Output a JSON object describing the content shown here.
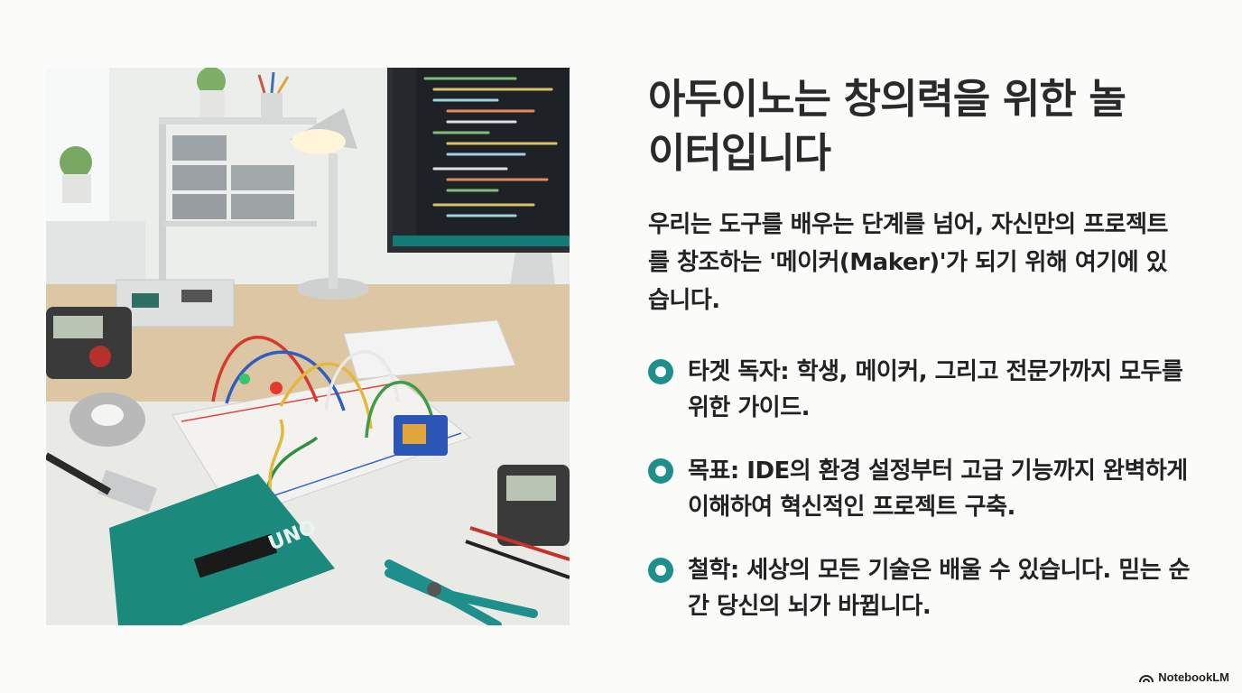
{
  "slide": {
    "title": "아두이노는 창의력을 위한 놀이터입니다",
    "subtitle": "우리는 도구를 배우는 단계를 넘어, 자신만의 프로젝트를 창조하는 '메이커(Maker)'가 되기 위해 여기에 있습니다.",
    "bullets": [
      {
        "text": "타겟 독자: 학생, 메이커, 그리고 전문가까지 모두를 위한 가이드."
      },
      {
        "text": "목표: IDE의 환경 설정부터 고급 기능까지 완벽하게 이해하여 혁신적인 프로젝트 구축."
      },
      {
        "text": "철학: 세상의 모든 기술은 배울 수 있습니다. 믿는 순간 당신의 뇌가 바뀝니다."
      }
    ]
  },
  "photo": {
    "board_label": "UNO"
  },
  "brand": {
    "name": "NotebookLM",
    "icon": "notebooklm-logo-icon"
  },
  "colors": {
    "accent": "#1f8f8c",
    "board": "#1b8a7c",
    "screen": "#1e2227"
  }
}
